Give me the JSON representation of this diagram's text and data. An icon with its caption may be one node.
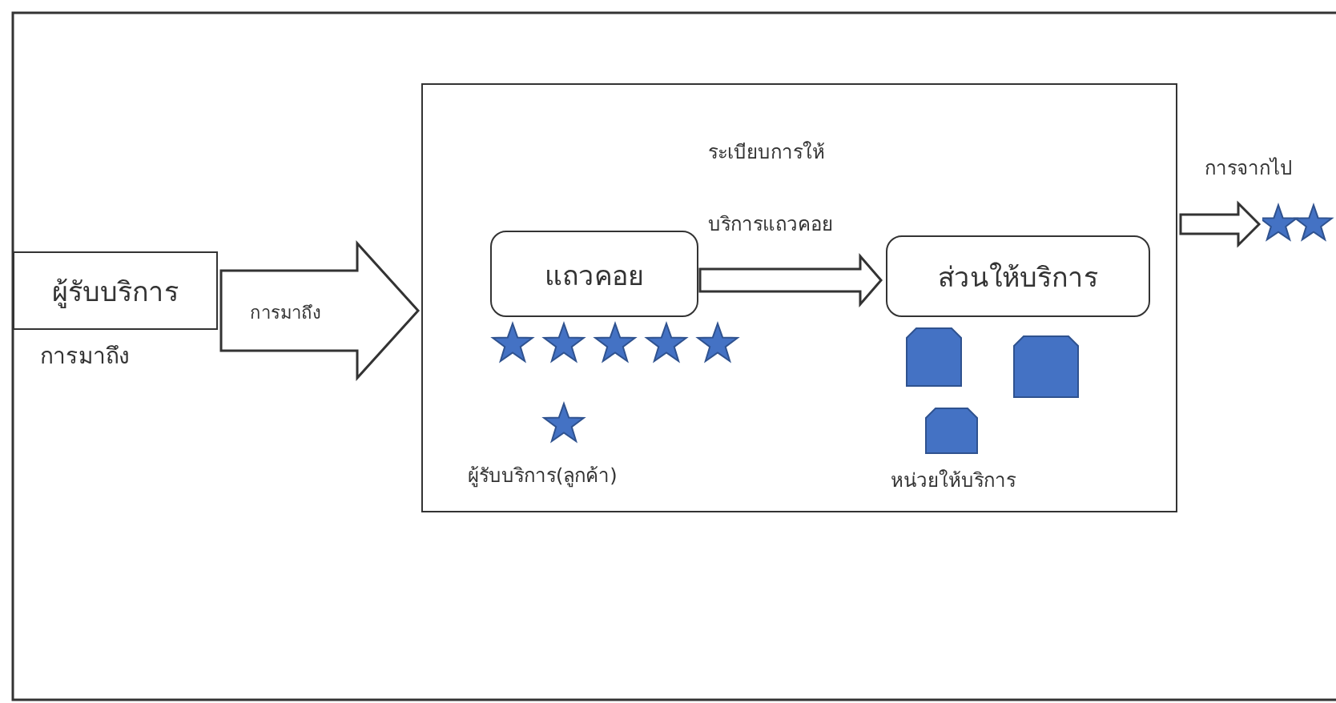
{
  "diagram": {
    "nodes": [
      {
        "text": [
          "ผู้รับบริการ"
        ],
        "beside": [
          "การมาถึง"
        ]
      },
      {
        "text": [
          "ระเบียบการให้ บริการแถวคอย"
        ]
      },
      {
        "text": [
          "แถวคอย"
        ],
        "in": 1
      },
      {
        "text": [
          "ส่วนให้บริการ"
        ],
        "in": 1
      },
      {
        "text": [],
        "shape": "star"
      }
    ],
    "edges": [
      {
        "from": 0,
        "to": 1,
        "arrow": "to",
        "label": "การมาถึง"
      },
      {
        "from": 2,
        "to": 3,
        "arrow": "to"
      },
      {
        "from": 1,
        "to": 4,
        "arrow": "to",
        "label": "การจากไป"
      }
    ],
    "labels": [
      "ผู้รับบริการ(ลูกค้า)",
      "หน่วยให้บริการ"
    ]
  }
}
